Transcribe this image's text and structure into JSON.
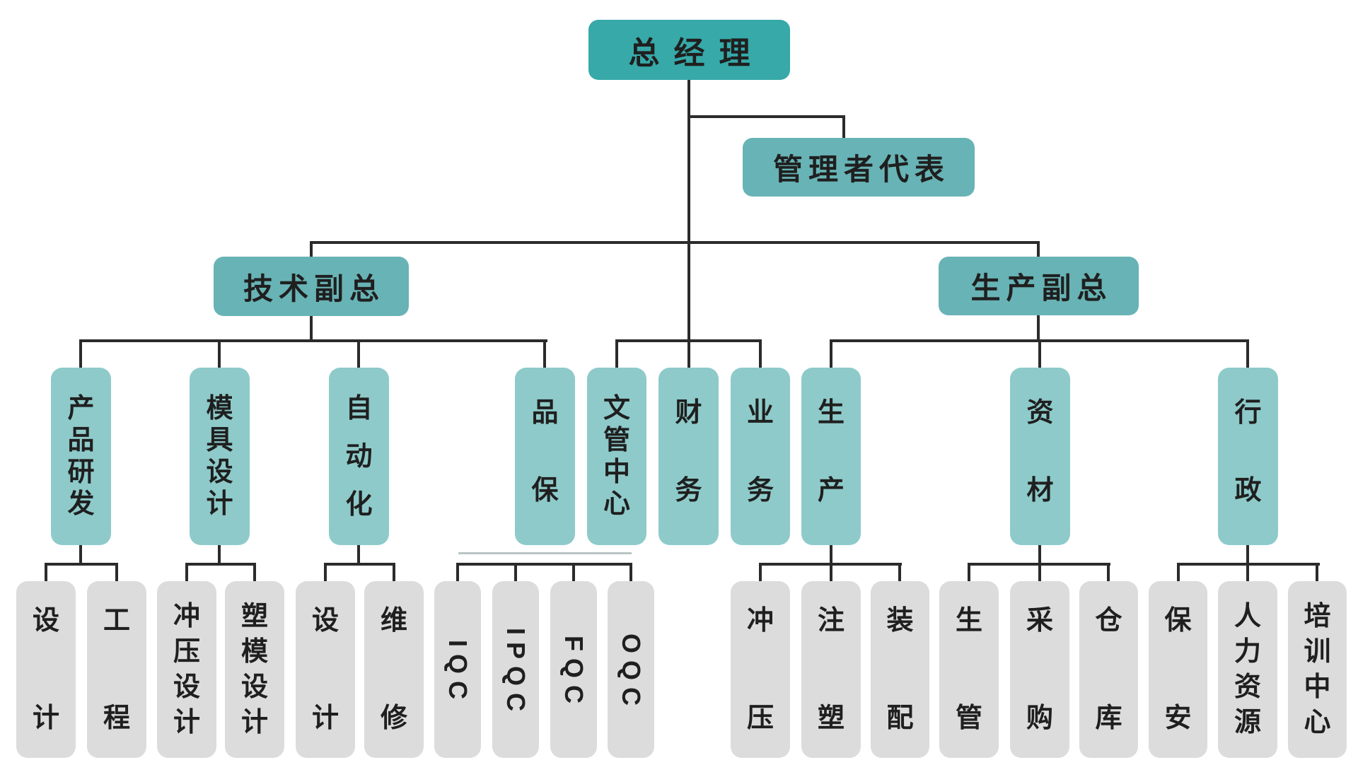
{
  "palette": {
    "root_fill": "#36a9a8",
    "exec_fill": "#68b3b5",
    "dept_fill": "#8ecaca",
    "leaf_fill": "#dcdcdc",
    "line_color": "#2b2b2b",
    "text_color": "#1f1f1f",
    "background": "#ffffff"
  },
  "tree": {
    "root": {
      "label": "总经理"
    },
    "management_representative": {
      "label": "管理者代表"
    },
    "gm_departments": [
      {
        "label": "文管中心"
      },
      {
        "label": "财务"
      },
      {
        "label": "业务"
      }
    ],
    "vps": [
      {
        "label": "技术副总",
        "departments": [
          {
            "label": "产品研发",
            "units": [
              {
                "label": "设计"
              },
              {
                "label": "工程"
              }
            ]
          },
          {
            "label": "模具设计",
            "units": [
              {
                "label": "冲压设计"
              },
              {
                "label": "塑模设计"
              }
            ]
          },
          {
            "label": "自动化",
            "units": [
              {
                "label": "设计"
              },
              {
                "label": "维修"
              }
            ]
          },
          {
            "label": "品保",
            "units": [
              {
                "label": "IQC"
              },
              {
                "label": "IPQC"
              },
              {
                "label": "FQC"
              },
              {
                "label": "OQC"
              }
            ]
          }
        ]
      },
      {
        "label": "生产副总",
        "departments": [
          {
            "label": "生产",
            "units": [
              {
                "label": "冲压"
              },
              {
                "label": "注塑"
              },
              {
                "label": "装配"
              }
            ]
          },
          {
            "label": "资材",
            "units": [
              {
                "label": "生管"
              },
              {
                "label": "采购"
              },
              {
                "label": "仓库"
              }
            ]
          },
          {
            "label": "行政",
            "units": [
              {
                "label": "保安"
              },
              {
                "label": "人力资源"
              },
              {
                "label": "培训中心"
              }
            ]
          }
        ]
      }
    ]
  }
}
